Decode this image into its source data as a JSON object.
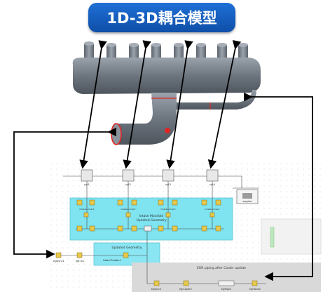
{
  "title": "1D-3D耦合模型",
  "regions": {
    "intake_manifold": [
      "Intake Manifold",
      "Updated Geometry"
    ],
    "updated_geometry": "Updated Geometry",
    "egr_piping": "EGR piping after Cooler update"
  },
  "blocks": {
    "cylinders": [
      "cyl1",
      "cyl2",
      "cyl3",
      "cyl4"
    ],
    "engine": "engine",
    "runner_labels": [
      "intakerunner1",
      "intakerunner2",
      "intakerunner3",
      "intakerunner4"
    ],
    "egr_left": "EgrJunc1",
    "egr_left2": "Egr-in1",
    "throttle": "Intake-Throttle-1",
    "egr_bottom": [
      "EgrJunc4",
      "EgrCooler2",
      "EgrPipe2",
      "EgrValve2"
    ]
  },
  "colors": {
    "title_bg": "#1565c0",
    "manifold_region": "#7fe3f0",
    "geometry_region": "#8ae6f2",
    "egr_region": "#d9d9d9",
    "manifold_3d": "#737b85",
    "component_block": "#e6c84a",
    "coupling_arrow": "#000000",
    "highlight_ring": "#e02424"
  }
}
